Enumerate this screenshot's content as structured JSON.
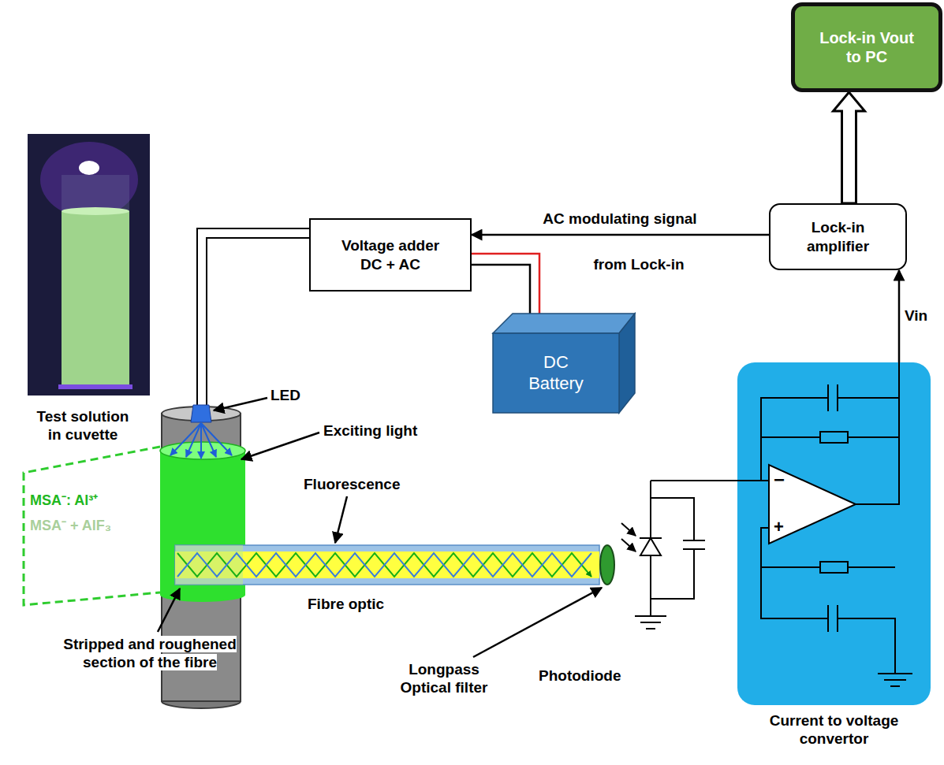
{
  "diagram": {
    "nodes": [
      {
        "text": [
          "Lock-in Vout to PC"
        ]
      },
      {
        "text": [
          "Voltage adder DC + AC"
        ]
      },
      {
        "text": [
          "Lock-in amplifier"
        ]
      },
      {
        "text": [
          "DC Battery"
        ]
      },
      {
        "text": [
          "Current to voltage convertor"
        ]
      }
    ],
    "edges": [
      {
        "from": 2,
        "to": 0,
        "arrow": "to"
      },
      {
        "from": 2,
        "to": 1,
        "label": "AC modulating signal",
        "arrow": "to"
      },
      {
        "from": 3,
        "to": 1,
        "arrow": "none"
      },
      {
        "from": 4,
        "to": 2,
        "label": "Vin",
        "arrow": "to"
      }
    ],
    "labels": [
      "from Lock-in",
      "LED",
      "Exciting light",
      "Fluorescence",
      "Fibre optic",
      "Test solution in cuvette",
      "MSA⁻: Al³⁺",
      "MSA⁻ + AlF₃",
      "Stripped and roughened section of the fibre",
      "Longpass Optical filter",
      "Photodiode",
      "−",
      "+"
    ]
  }
}
